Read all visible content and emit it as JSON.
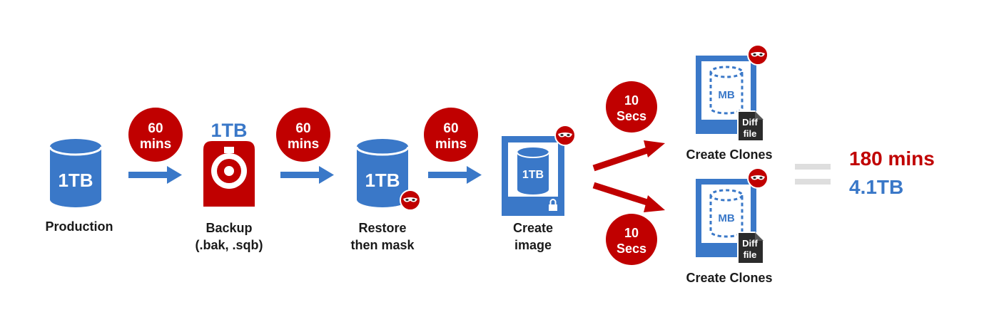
{
  "colors": {
    "blue": "#3a78c8",
    "red": "#c00000",
    "dark": "#2b2b2b",
    "gray": "#dedede",
    "text": "#1a1a1a"
  },
  "steps": {
    "production": {
      "label": "Production",
      "size": "1TB"
    },
    "backup": {
      "label_1": "Backup",
      "label_2": "(.bak, .sqb)",
      "size": "1TB"
    },
    "restore": {
      "label_1": "Restore",
      "label_2": "then mask",
      "size": "1TB"
    },
    "image": {
      "label_1": "Create",
      "label_2": "image",
      "size": "1TB"
    },
    "clone_top": {
      "label": "Create Clones",
      "size": "MB",
      "diff_1": "Diff",
      "diff_2": "file"
    },
    "clone_bottom": {
      "label": "Create Clones",
      "size": "MB",
      "diff_1": "Diff",
      "diff_2": "file"
    }
  },
  "badges": {
    "backup": {
      "line_1": "60",
      "line_2": "mins"
    },
    "restore": {
      "line_1": "60",
      "line_2": "mins"
    },
    "image": {
      "line_1": "60",
      "line_2": "mins"
    },
    "clone_top": {
      "line_1": "10",
      "line_2": "Secs"
    },
    "clone_bottom": {
      "line_1": "10",
      "line_2": "Secs"
    }
  },
  "total": {
    "time": "180 mins",
    "size": "4.1TB"
  },
  "icons": [
    "database-icon",
    "backup-file-icon",
    "mask-icon",
    "image-icon",
    "lock-icon",
    "clone-icon",
    "diff-file-icon",
    "arrow-icon"
  ]
}
